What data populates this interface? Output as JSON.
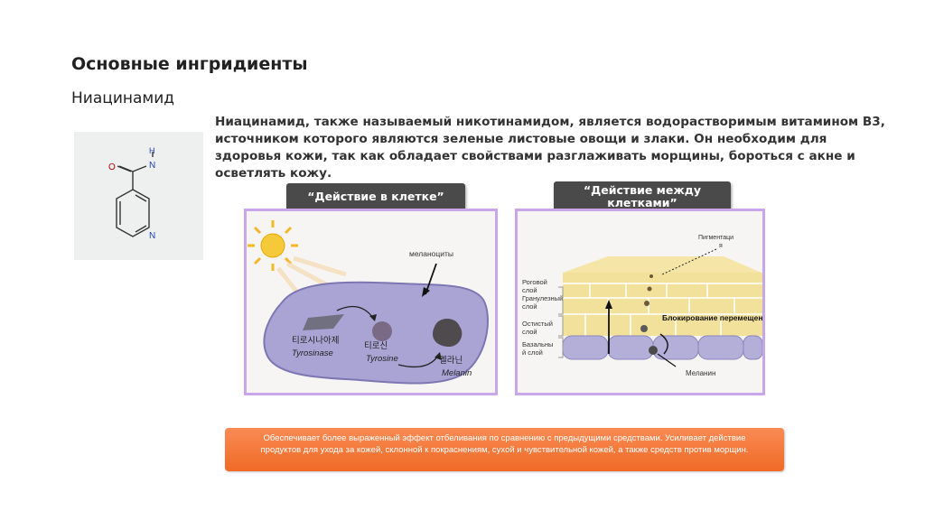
{
  "heading": "Основные ингридиенты",
  "subheading": "Ниацинамид",
  "description": "Ниацинамид, также называемый никотинамидом, является водорастворимым витамином В3, источником которого являются зеленые листовые овощи и злаки. Он необходим для здоровья кожи, так как обладает свойствами разглаживать морщины, бороться с акне и осветлять кожу.",
  "molecule": {
    "atom_o": "O",
    "atom_n_amide": "N",
    "atom_h": "H",
    "atom_n_ring": "N"
  },
  "panel_cell": {
    "label": "“Действие в клетке”",
    "melanocytes": "меланоциты",
    "tyrosinase_kr": "티로시나아제",
    "tyrosinase": "Tyrosinase",
    "tyrosine_kr": "티로신",
    "tyrosine": "Tyrosine",
    "melanin_kr": "멜라닌",
    "melanin": "Melanin"
  },
  "panel_between": {
    "label": "“Действие между клетками”",
    "pigmentation_1": "Пигментаци",
    "pigmentation_2": "я",
    "layer1_a": "Роговой",
    "layer1_b": "слой",
    "layer2_a": "Гранулезный",
    "layer2_b": "слой",
    "layer3_a": "Остистый",
    "layer3_b": "слой",
    "layer4_a": "Базальны",
    "layer4_b": "й слой",
    "blocking": "Блокирование перемещения меланина",
    "melanin": "Меланин"
  },
  "callout": "Обеспечивает более выраженный эффект отбеливания по сравнению с предыдущими средствами. Усиливает действие продуктов для ухода за кожей, склонной к покраснениям, сухой и чувствительной кожей, а также средств против морщин.",
  "colors": {
    "callout": "#f0712f",
    "panel_border": "#c9a6e8",
    "label_bg": "#4a4a4a",
    "cell": "#a9a4d4",
    "skin": "#f2e19a"
  }
}
